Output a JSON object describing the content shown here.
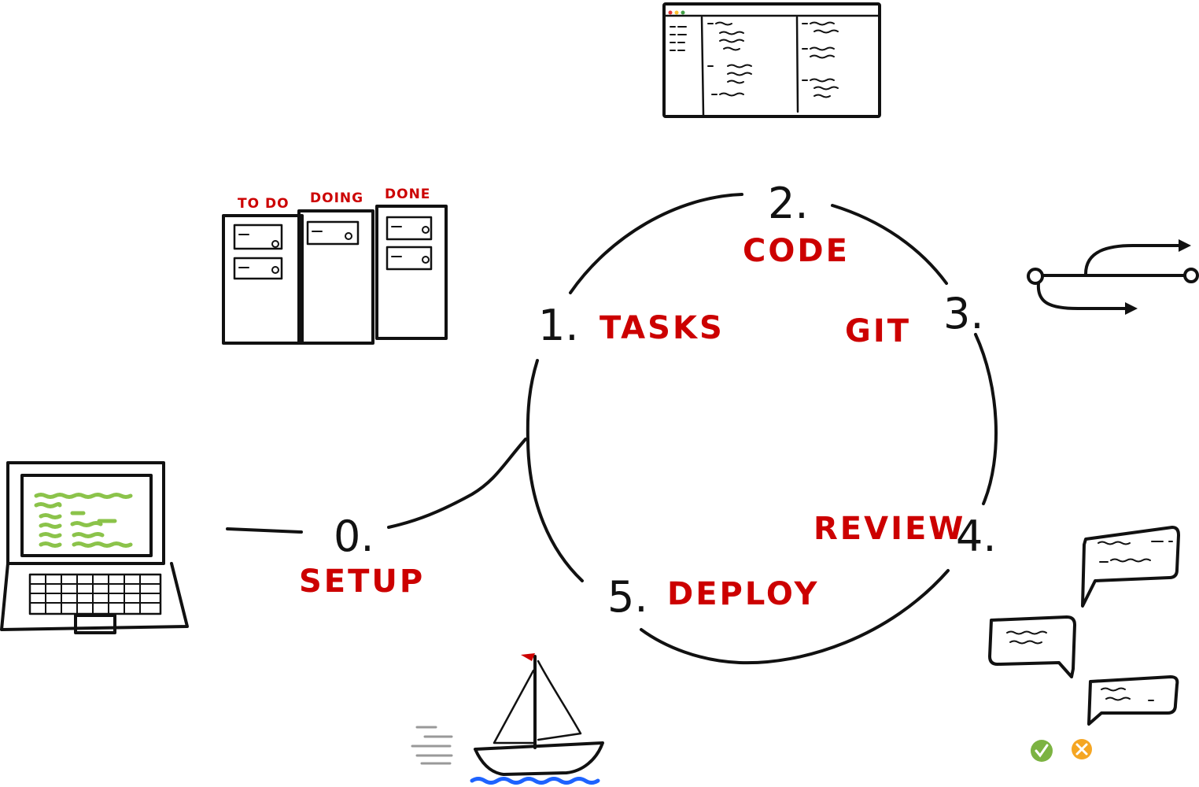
{
  "cycle": {
    "steps": [
      {
        "number": "0.",
        "label": "SETUP"
      },
      {
        "number": "1.",
        "label": "TASKS"
      },
      {
        "number": "2.",
        "label": "CODE"
      },
      {
        "number": "3.",
        "label": "GIT"
      },
      {
        "number": "4.",
        "label": "REVIEW"
      },
      {
        "number": "5.",
        "label": "DEPLOY"
      }
    ]
  },
  "board": {
    "columns": [
      "TO DO",
      "DOING",
      "DONE"
    ]
  },
  "colors": {
    "ink": "#111111",
    "accent_red": "#cc0000",
    "code_green": "#8bc34a",
    "water_blue": "#1e63ff",
    "approve_green": "#7cb342",
    "reject_orange": "#f5a623"
  },
  "icons": [
    "laptop-icon",
    "kanban-board-icon",
    "code-editor-icon",
    "git-branch-icon",
    "chat-bubbles-icon",
    "approve-icon",
    "reject-icon",
    "sailboat-icon"
  ]
}
